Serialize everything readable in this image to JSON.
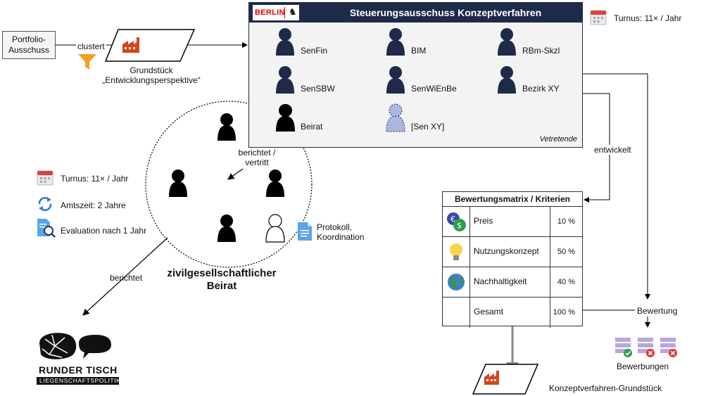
{
  "portfolio": {
    "label_line1": "Portfolio-",
    "label_line2": "Ausschuss"
  },
  "edges": {
    "clustert": "clustert",
    "berichtet_vertritt_line1": "berichtet /",
    "berichtet_vertritt_line2": "vertritt",
    "entwickelt": "entwickelt",
    "berichtet": "berichtet",
    "bewertung": "Bewertung"
  },
  "grundstueck": {
    "line1": "Grundstück",
    "line2": "„Entwicklungsperspektive“"
  },
  "committee": {
    "logo_text": "BERLIN",
    "title": "Steuerungsausschuss Konzeptverfahren",
    "turnus": "Turnus: 11× / Jahr",
    "deputy_label": "Vetretende",
    "members": [
      {
        "name": "SenFin"
      },
      {
        "name": "BIM"
      },
      {
        "name": "RBm-Skzl"
      },
      {
        "name": "SenSBW"
      },
      {
        "name": "SenWiEnBe"
      },
      {
        "name": "Bezirk XY"
      },
      {
        "name": "Beirat"
      },
      {
        "name": "[Sen XY]"
      }
    ]
  },
  "beirat": {
    "title_line1": "zivilgesellschaftlicher",
    "title_line2": "Beirat",
    "protocol_line1": "Protokoll,",
    "protocol_line2": "Koordination",
    "facts": {
      "turnus": "Turnus: 11× / Jahr",
      "amtszeit": "Amtszeit: 2 Jahre",
      "evaluation": "Evaluation nach 1 Jahr"
    }
  },
  "matrix": {
    "title": "Bewertungsmatrix / Kriterien",
    "rows": [
      {
        "name": "Preis",
        "value": "10 %"
      },
      {
        "name": "Nutzungskonzept",
        "value": "50 %"
      },
      {
        "name": "Nachhaltigkeit",
        "value": "40 %"
      },
      {
        "name": "Gesamt",
        "value": "100 %"
      }
    ]
  },
  "bewerbungen": "Bewerbungen",
  "konzept_grundstueck": "Konzeptverfahren-Grundstück",
  "runder_tisch": {
    "line1": "RUNDER TISCH",
    "line2": "LIEGENSCHAFTSPOLITIK"
  },
  "colors": {
    "navy": "#1e2a4a",
    "red": "#d00000",
    "orange": "#f2a01c",
    "deputy_fill": "#a9b8e0"
  }
}
